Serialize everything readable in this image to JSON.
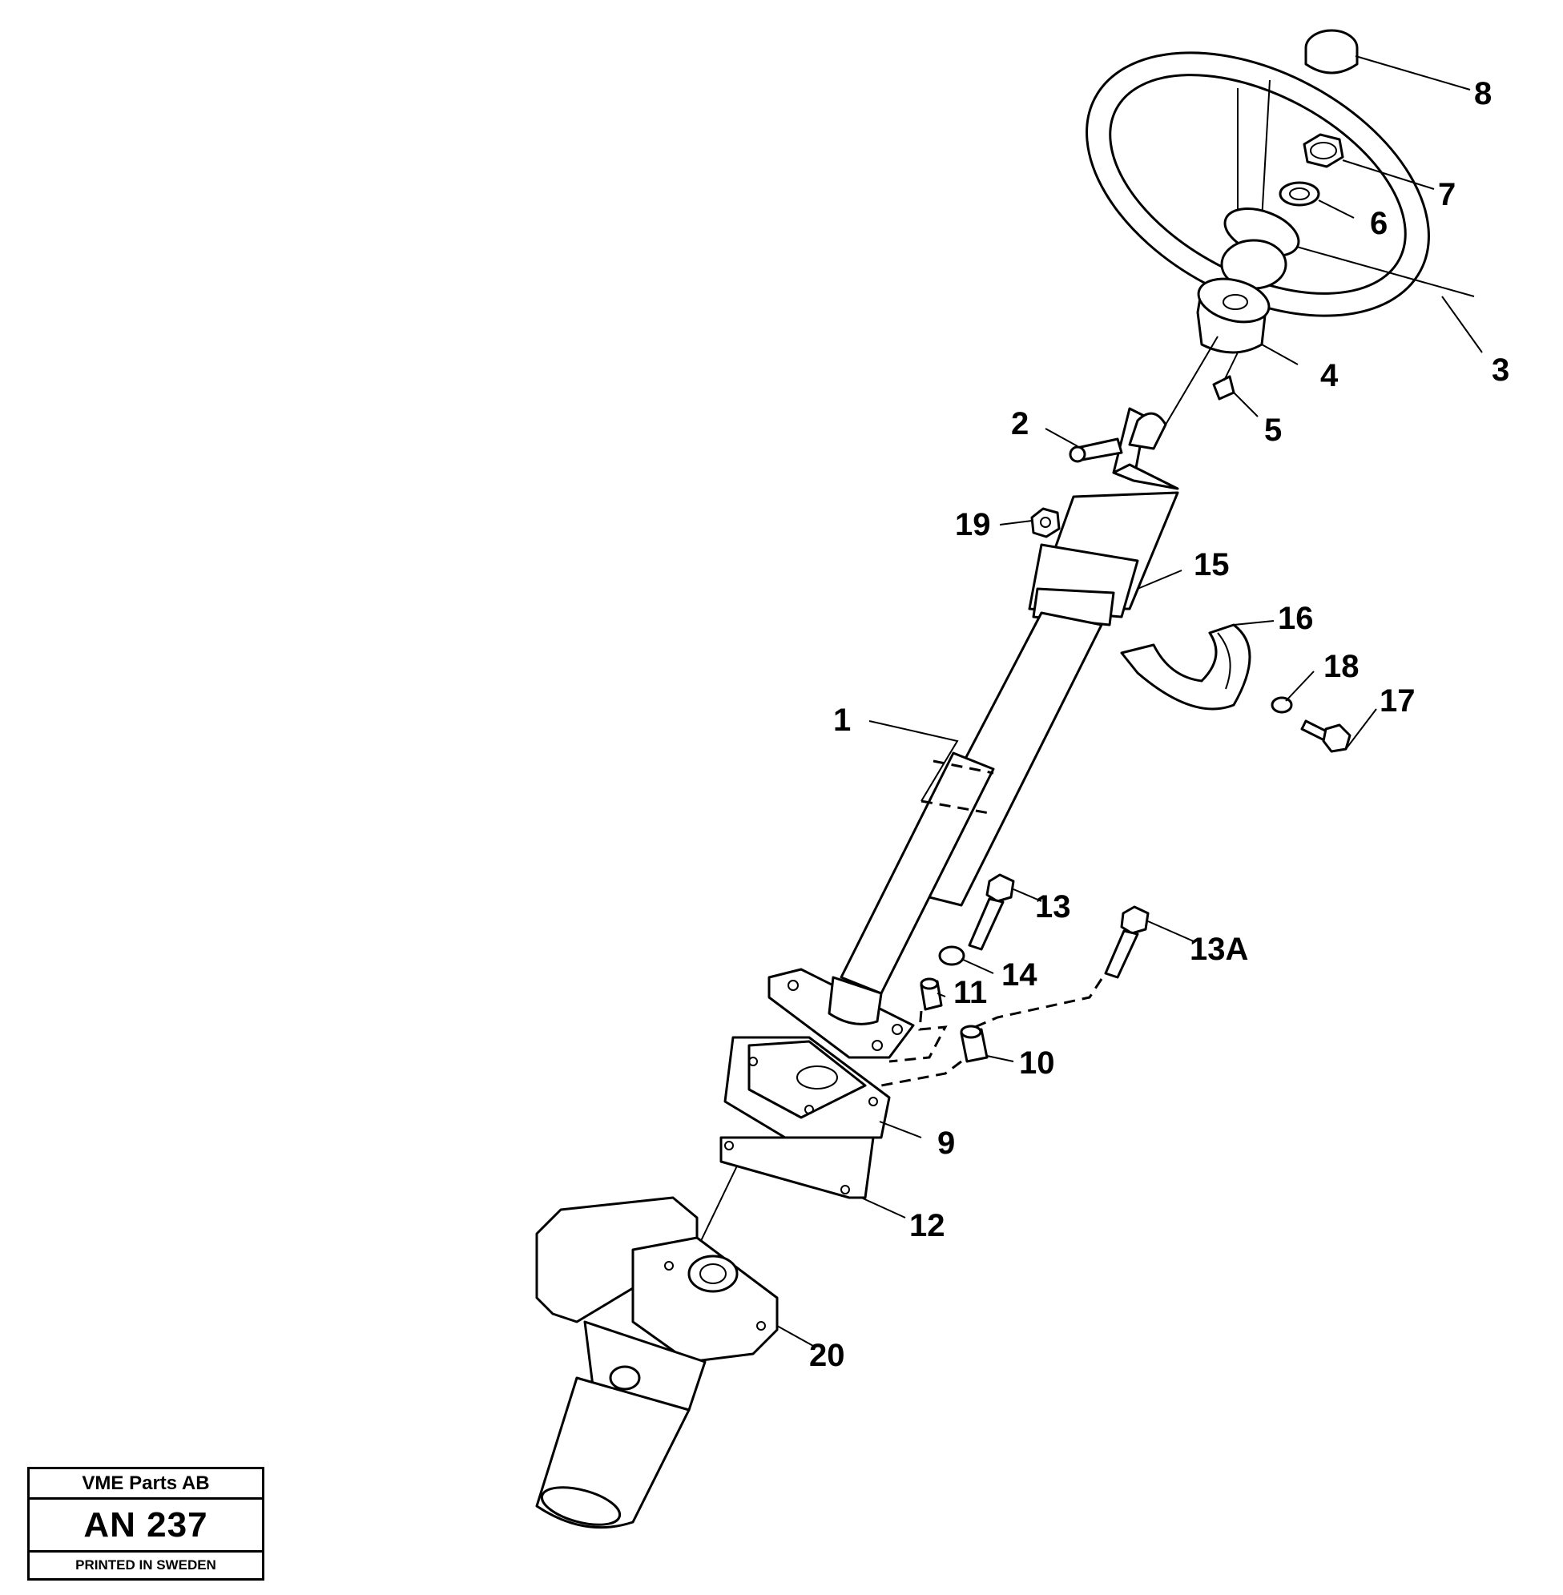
{
  "callouts": {
    "c1": "1",
    "c2": "2",
    "c3": "3",
    "c4": "4",
    "c5": "5",
    "c6": "6",
    "c7": "7",
    "c8": "8",
    "c9": "9",
    "c10": "10",
    "c11": "11",
    "c12": "12",
    "c13": "13",
    "c13a": "13A",
    "c14": "14",
    "c15": "15",
    "c16": "16",
    "c17": "17",
    "c18": "18",
    "c19": "19",
    "c20": "20"
  },
  "title_block": {
    "company": "VME Parts AB",
    "drawing_number": "AN 237",
    "printed": "PRINTED IN SWEDEN"
  }
}
